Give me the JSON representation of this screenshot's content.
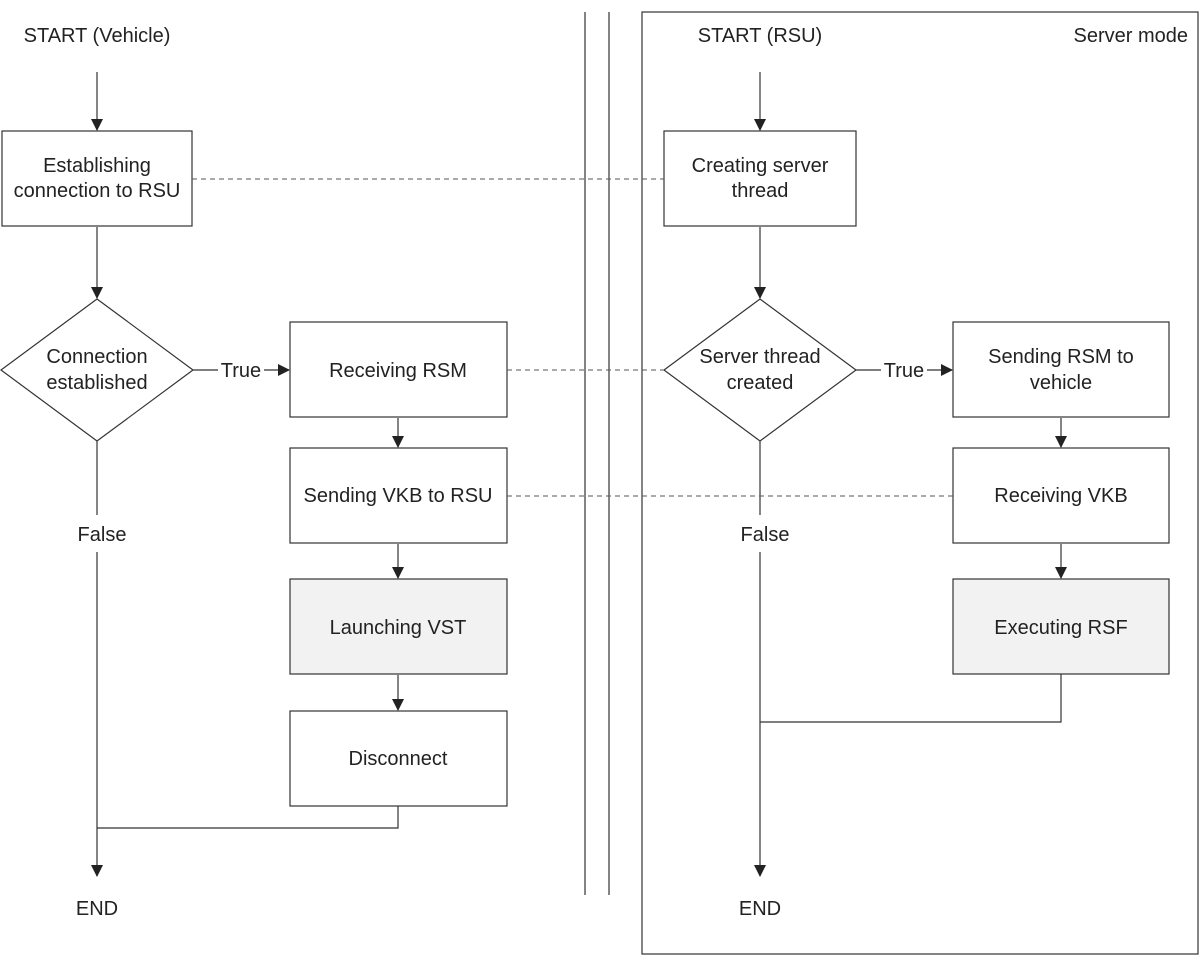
{
  "vehicle": {
    "start": "START (Vehicle)",
    "establishing": [
      "Establishing",
      "connection to RSU"
    ],
    "decision": [
      "Connection",
      "established"
    ],
    "true_label": "True",
    "false_label": "False",
    "receiving_rsm": "Receiving RSM",
    "sending_vkb": "Sending VKB to RSU",
    "launching_vst": "Launching VST",
    "disconnect": "Disconnect",
    "end": "END"
  },
  "rsu": {
    "start": "START (RSU)",
    "mode_label": "Server mode",
    "creating_thread": [
      "Creating server",
      "thread"
    ],
    "decision": [
      "Server thread",
      "created"
    ],
    "true_label": "True",
    "false_label": "False",
    "sending_rsm": [
      "Sending RSM to",
      "vehicle"
    ],
    "receiving_vkb": "Receiving VKB",
    "executing_rsf": "Executing RSF",
    "end": "END"
  }
}
